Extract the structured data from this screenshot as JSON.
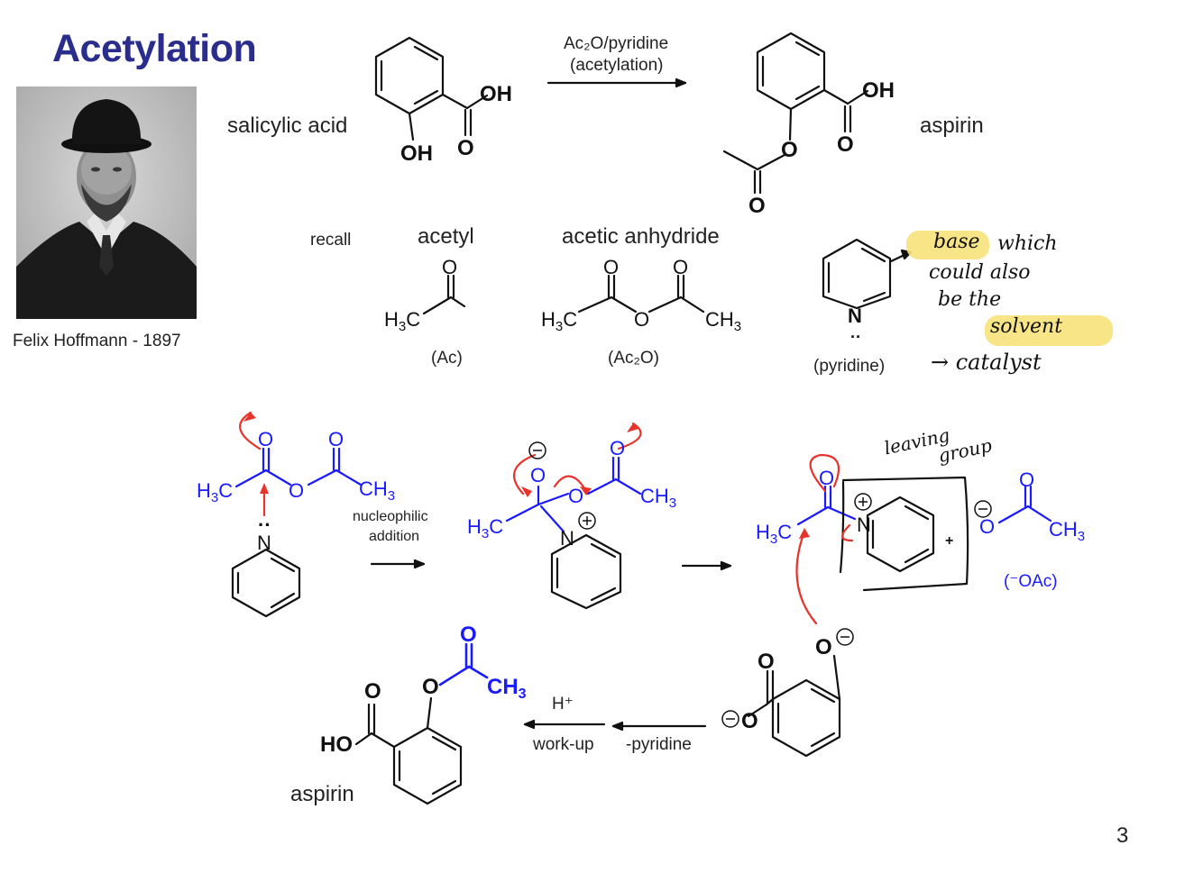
{
  "slide": {
    "title": "Acetylation",
    "page_number": "3",
    "photo_caption": "Felix Hoffmann - 1897"
  },
  "top_reaction": {
    "reactant_name": "salicylic acid",
    "reagent_line1": "Ac₂O/pyridine",
    "reagent_line2": "(acetylation)",
    "product_name": "aspirin"
  },
  "recall": {
    "label": "recall",
    "acetyl_name": "acetyl",
    "acetyl_abbr": "(Ac)",
    "anhydride_name": "acetic anhydride",
    "anhydride_abbr": "(Ac₂O)",
    "pyridine_name": "(pyridine)"
  },
  "handwritten_notes": {
    "line1_highlight": "base",
    "line1_rest": "which",
    "line2": "could also",
    "line3": "be the",
    "line4_highlight": "solvent",
    "line5": "→ catalyst",
    "leaving_group_line1": "leaving",
    "leaving_group_line2": "group"
  },
  "mechanism": {
    "step1_line1": "nucleophilic",
    "step1_line2": "addition",
    "acetate_label": "(⁻OAc)",
    "plus": "+",
    "workup_reagent": "H⁺",
    "workup_label": "work-up",
    "minus_pyridine": "-pyridine",
    "final_product_name": "aspirin"
  },
  "colors": {
    "title": "#2a2d8c",
    "mechanism_blue": "#1a1aff",
    "arrow_red": "#e8322b",
    "highlight_yellow": "#f7e27a"
  }
}
